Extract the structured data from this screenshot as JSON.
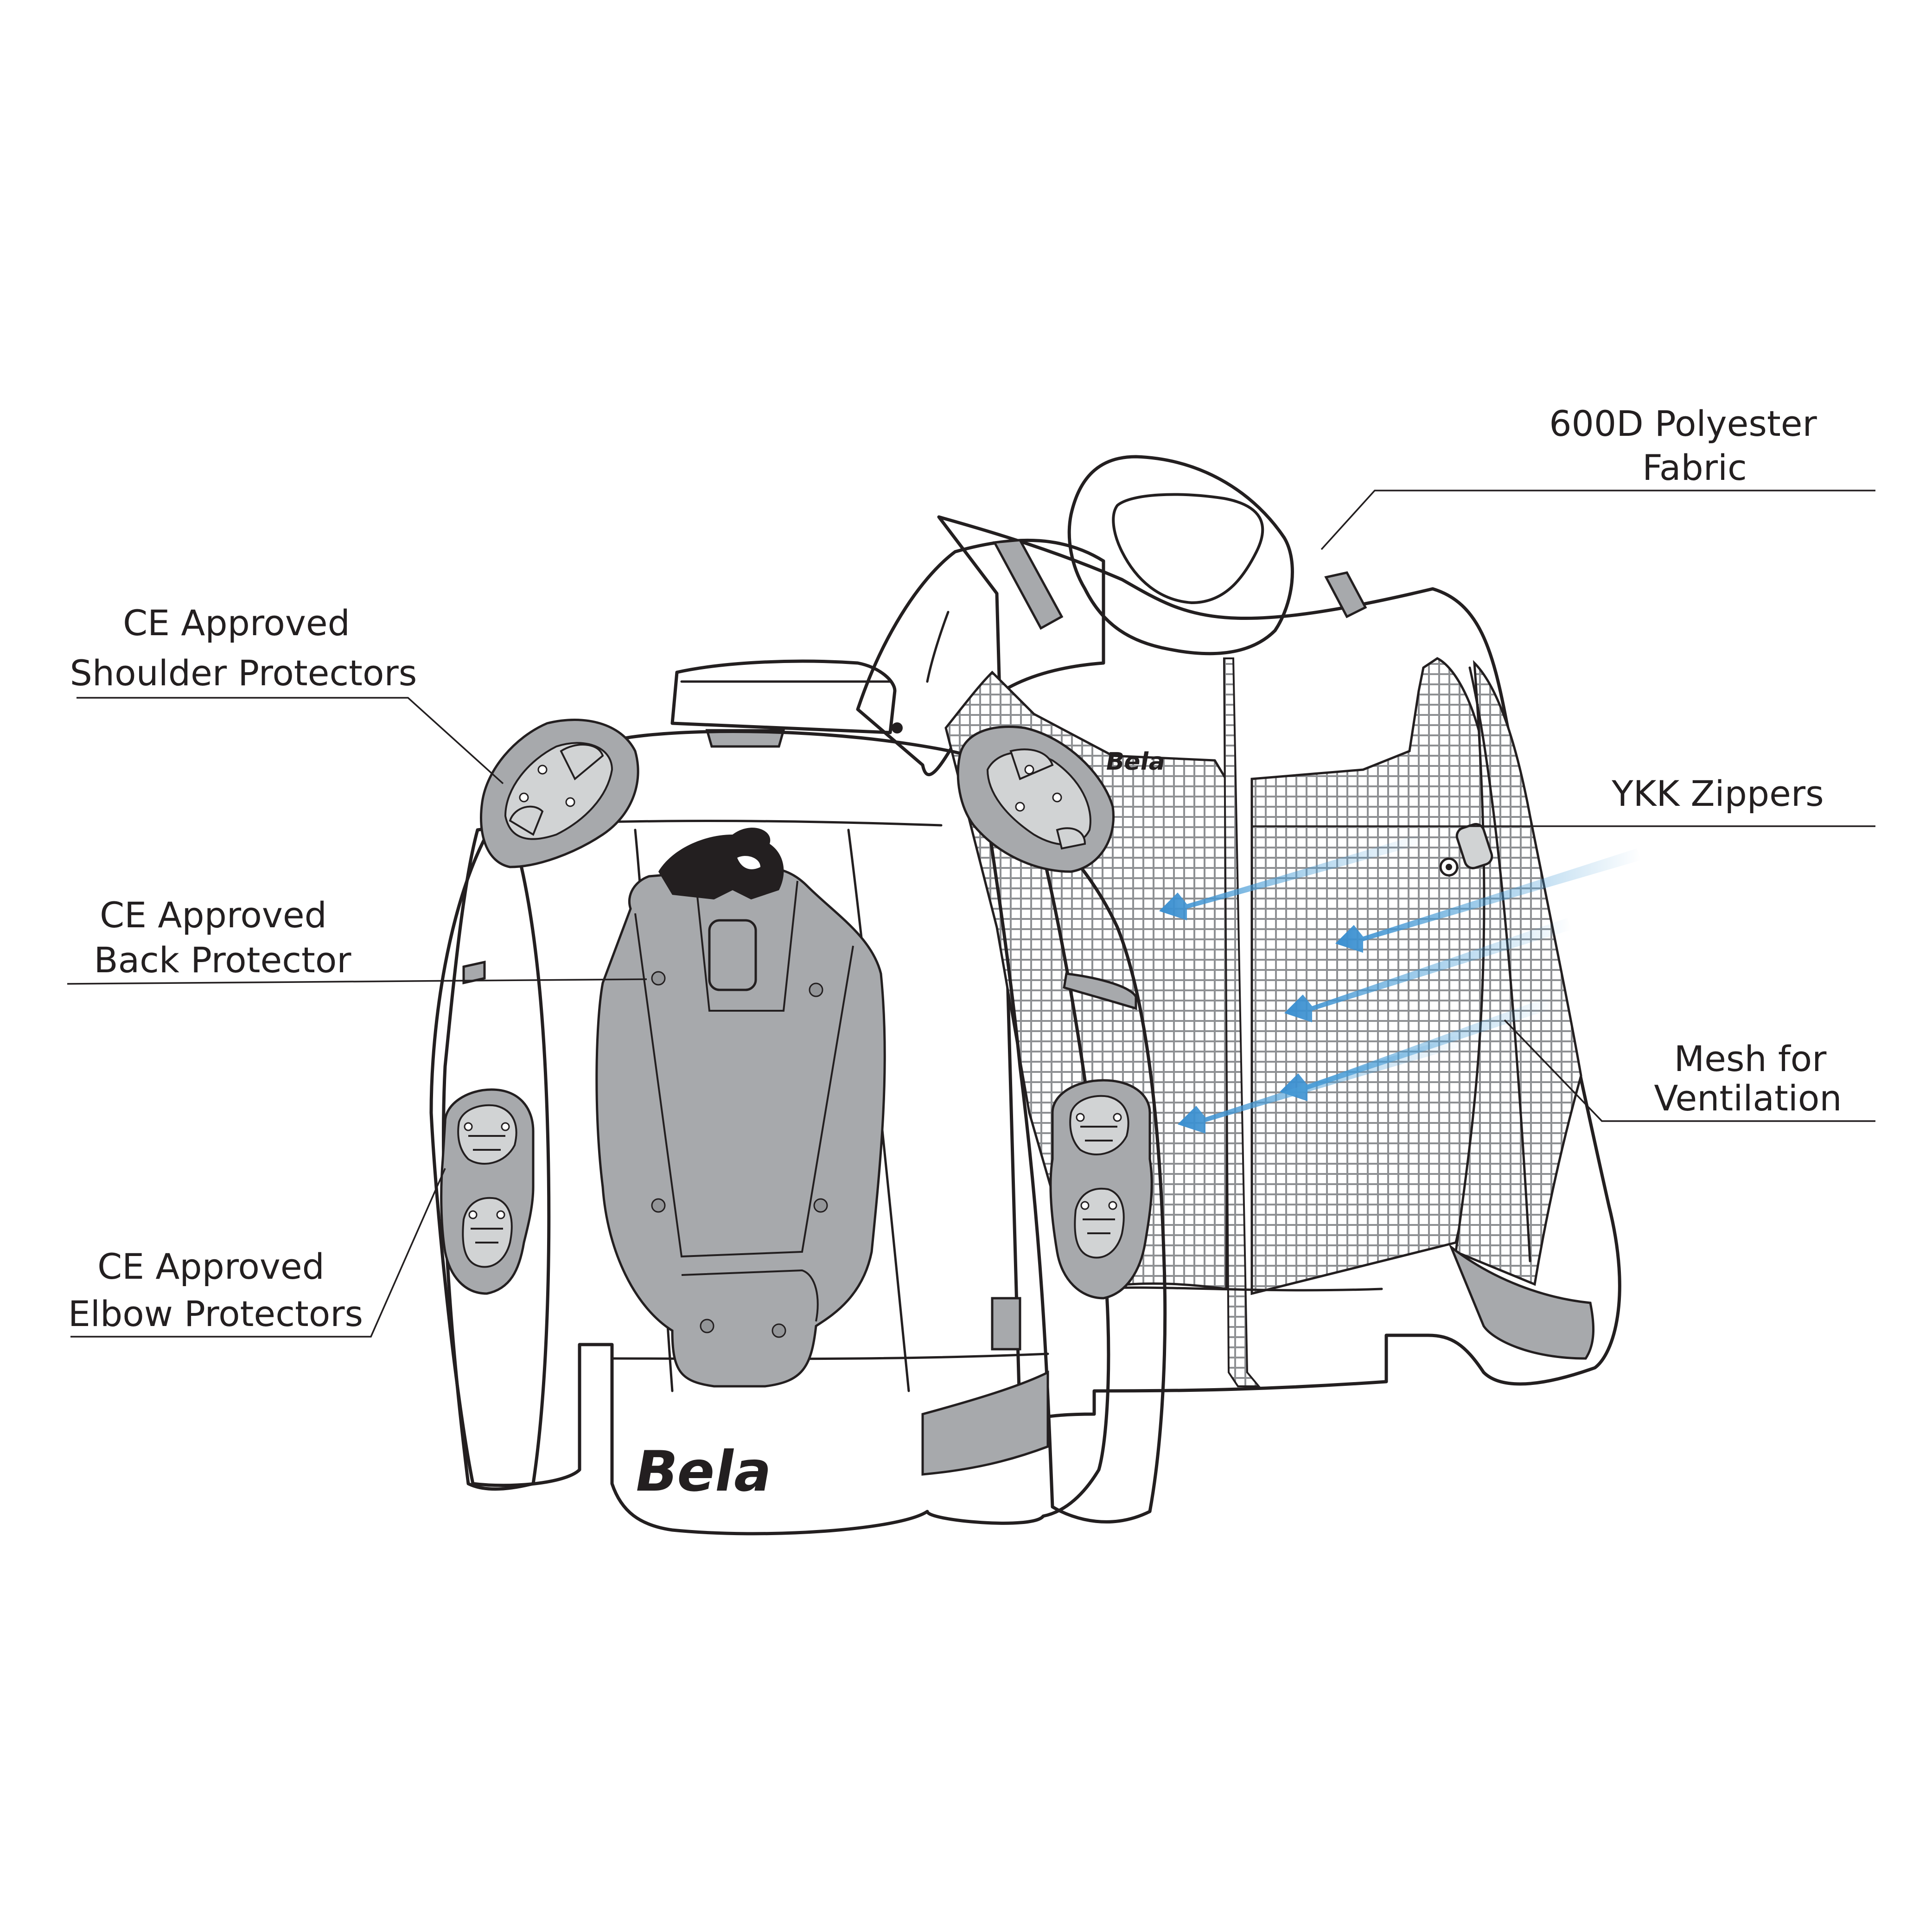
{
  "brand": {
    "logo_text": "Bela"
  },
  "callouts": {
    "polyester": {
      "line1": "600D Polyester",
      "line2": "Fabric"
    },
    "zippers": {
      "line1": "YKK Zippers"
    },
    "mesh": {
      "line1": "Mesh for",
      "line2": "Ventilation"
    },
    "shoulder": {
      "line1": "CE Approved",
      "line2": "Shoulder Protectors"
    },
    "back": {
      "line1": "CE Approved",
      "line2": "Back Protector"
    },
    "elbow": {
      "line1": "CE Approved",
      "line2": "Elbow Protectors"
    }
  },
  "colors": {
    "ink": "#231f20",
    "protector_grey": "#a7a9ac",
    "mesh_grey": "#9d9fa2",
    "airflow_blue": "#4a9fd8"
  }
}
